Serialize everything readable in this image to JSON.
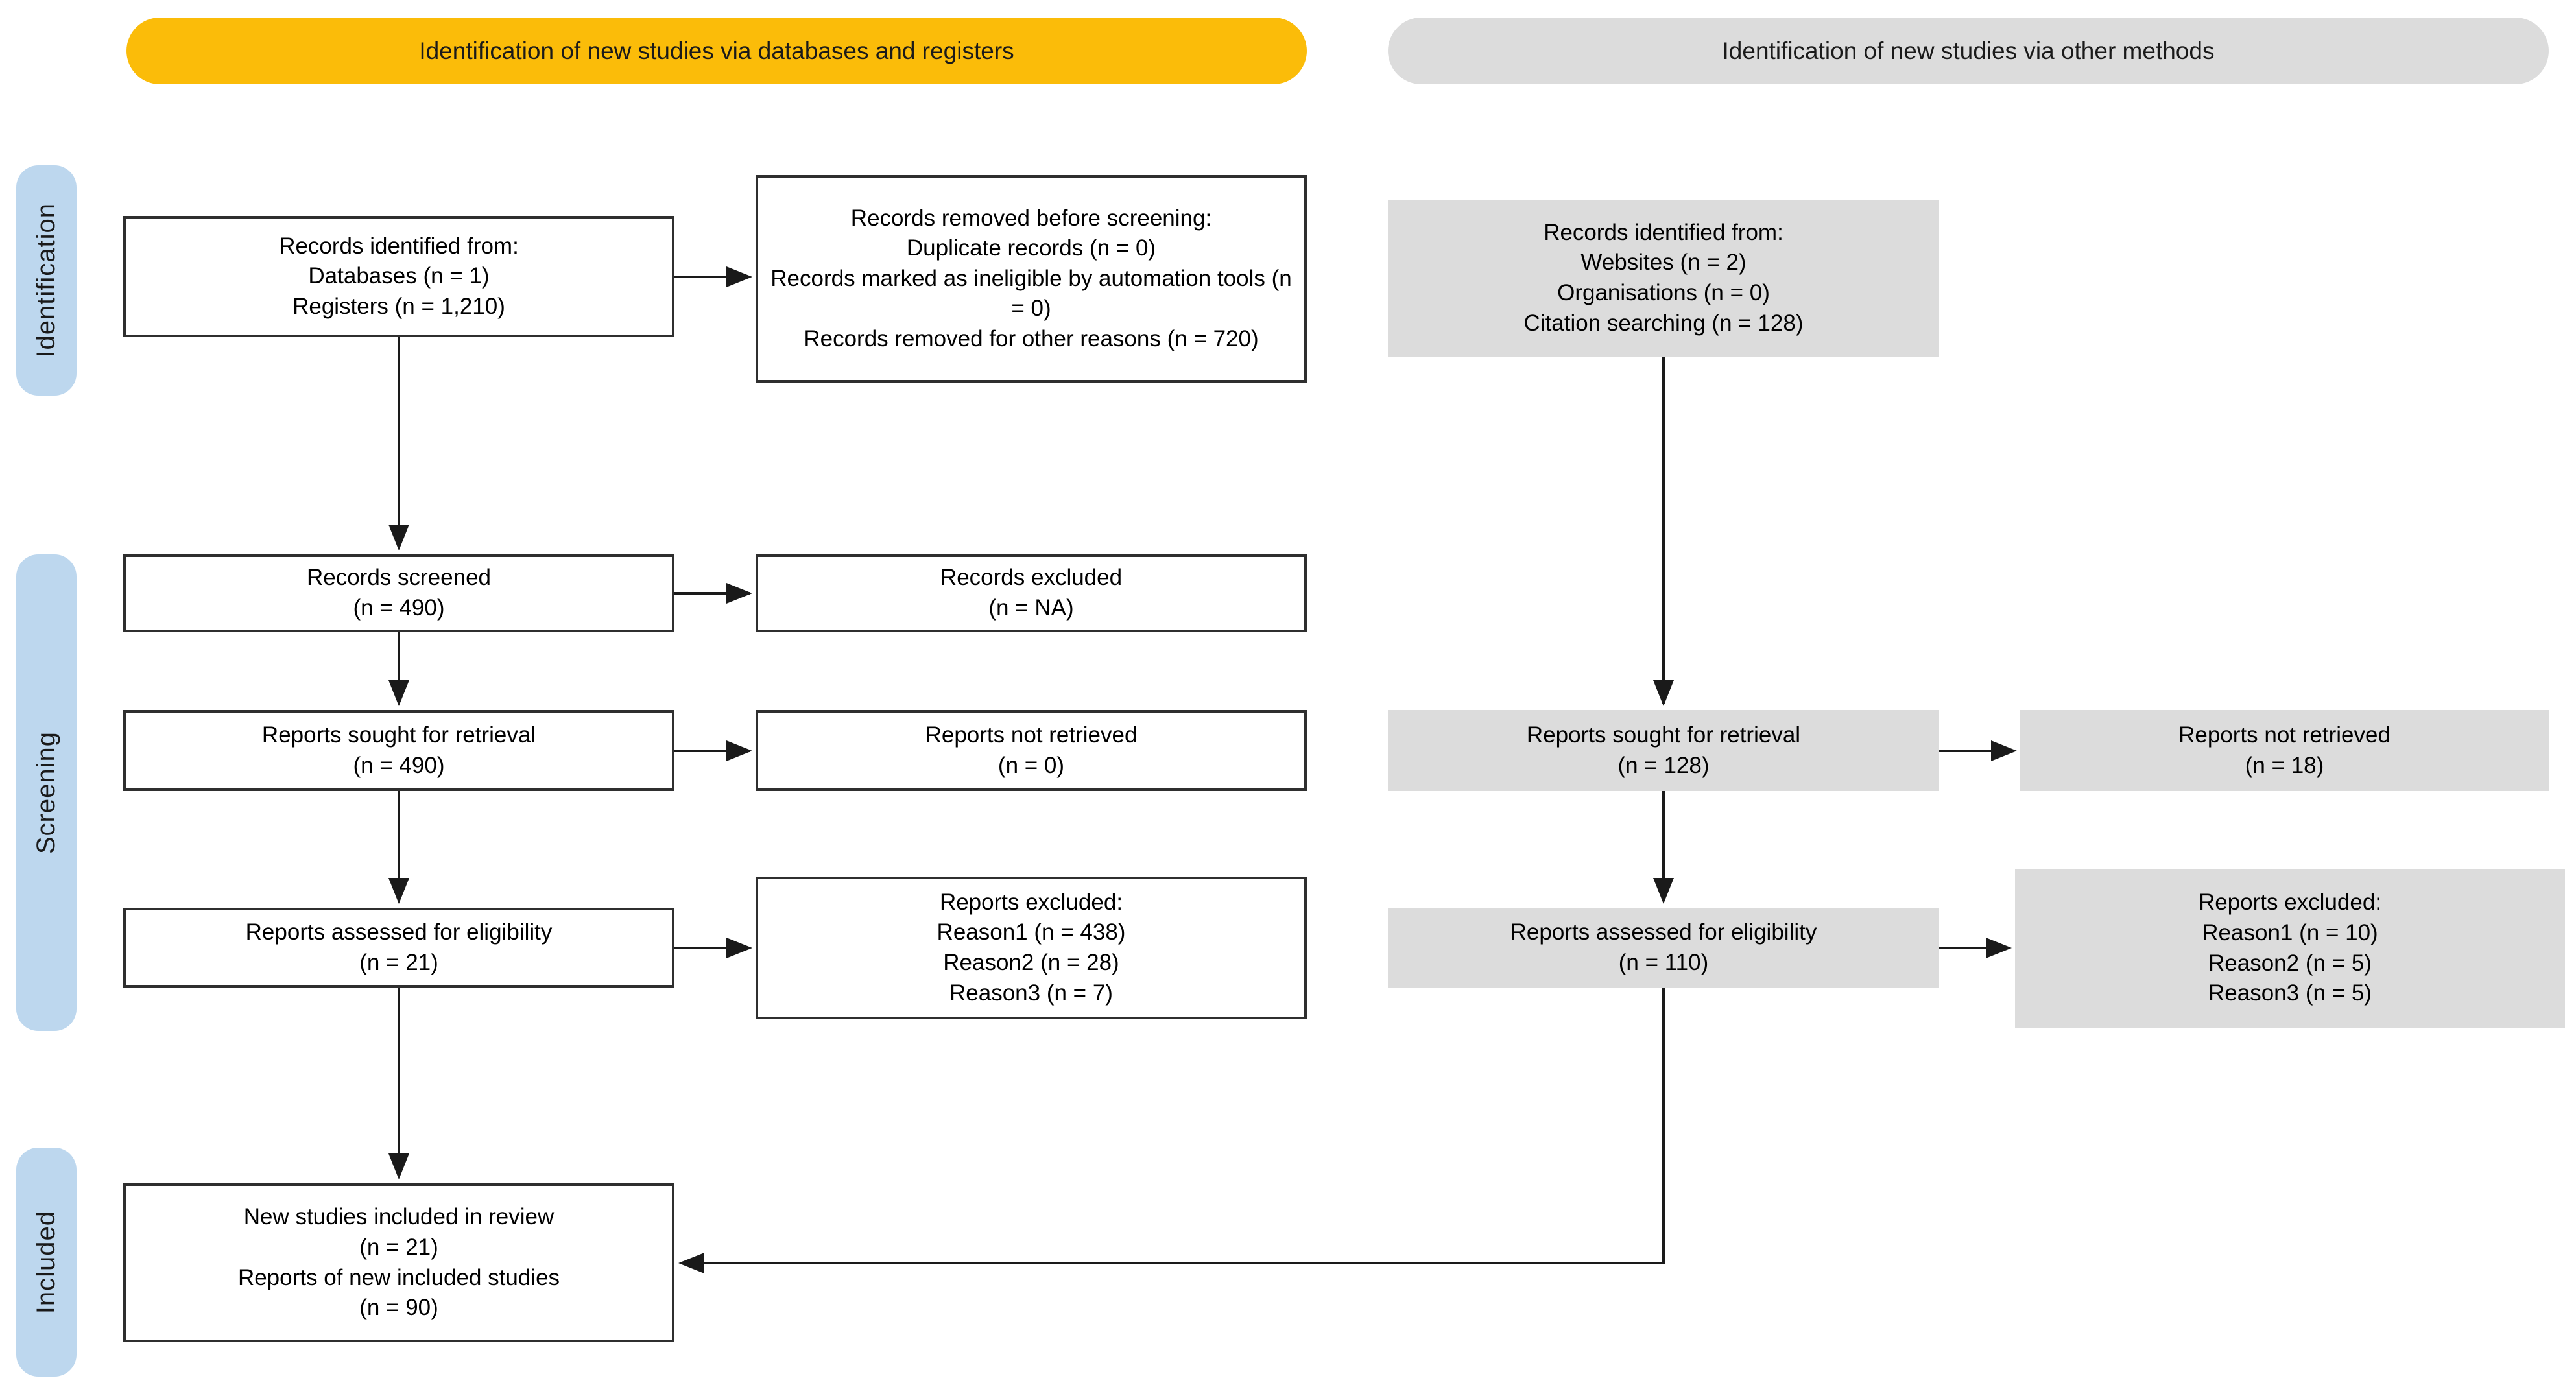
{
  "header": {
    "left_banner": "Identification of new studies via databases and registers",
    "right_banner": "Identification of new studies via other methods"
  },
  "sidebar": {
    "identification": "Identification",
    "screening": "Screening",
    "included": "Included"
  },
  "left_column": {
    "records_identified": "Records identified from:\nDatabases (n = 1)\nRegisters (n = 1,210)",
    "records_removed": "Records removed before screening:\nDuplicate records (n = 0)\nRecords marked as ineligible by automation tools (n = 0)\nRecords removed for other reasons (n = 720)",
    "records_screened": "Records screened\n(n = 490)",
    "records_excluded": "Records excluded\n(n = NA)",
    "reports_sought": "Reports sought for retrieval\n(n = 490)",
    "reports_not_retrieved": "Reports not retrieved\n(n = 0)",
    "reports_assessed": "Reports assessed for eligibility\n(n = 21)",
    "reports_excluded": "Reports excluded:\nReason1 (n = 438)\nReason2 (n = 28)\nReason3 (n = 7)",
    "included_studies": "New studies included in review\n(n = 21)\nReports of new included studies\n(n = 90)"
  },
  "right_column": {
    "records_identified": "Records identified from:\nWebsites (n = 2)\nOrganisations (n = 0)\nCitation searching (n = 128)",
    "reports_sought": "Reports sought for retrieval\n(n = 128)",
    "reports_not_retrieved": "Reports not retrieved\n(n = 18)",
    "reports_assessed": "Reports assessed for eligibility\n(n = 110)",
    "reports_excluded": "Reports excluded:\nReason1 (n = 10)\nReason2 (n = 5)\nReason3 (n = 5)"
  },
  "colors": {
    "banner_left_bg": "#FBBC09",
    "banner_right_bg": "#DCDCDC",
    "stage_ribbon_bg": "#BDD7EE",
    "gray_box_bg": "#DCDCDC",
    "box_border": "#2F2F2F",
    "arrow": "#1A1A1A"
  }
}
